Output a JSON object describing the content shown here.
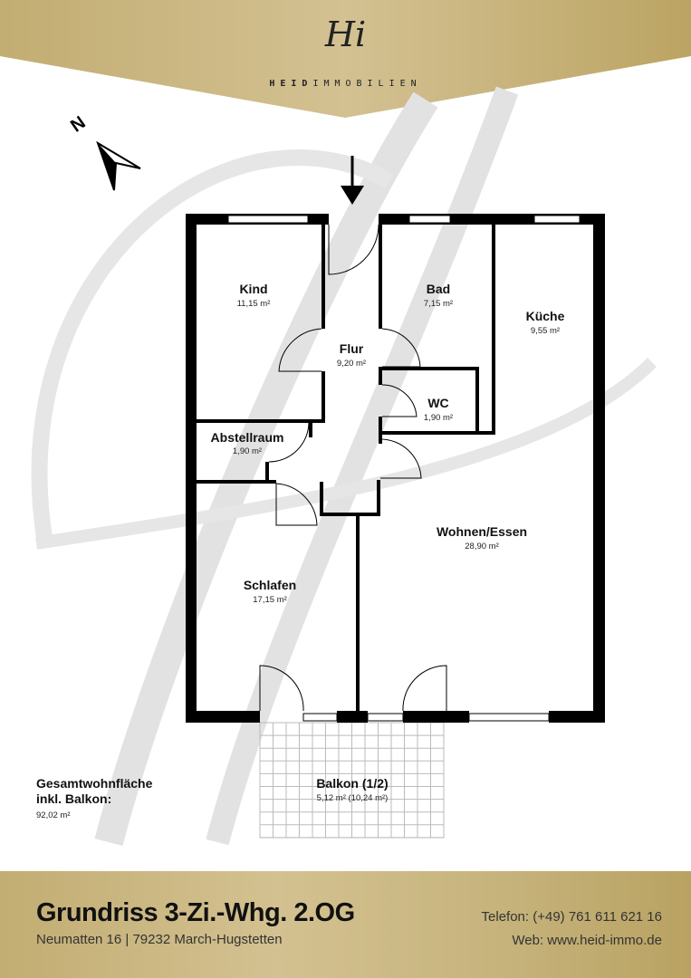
{
  "header": {
    "logo_monogram": "Hi",
    "brand_bold": "HEID",
    "brand_light": "IMMOBILIEN"
  },
  "rooms": [
    {
      "name": "Kind",
      "area": "11,15 m²"
    },
    {
      "name": "Flur",
      "area": "9,20 m²"
    },
    {
      "name": "Bad",
      "area": "7,15 m²"
    },
    {
      "name": "Küche",
      "area": "9,55 m²"
    },
    {
      "name": "WC",
      "area": "1,90 m²"
    },
    {
      "name": "Abstellraum",
      "area": "1,90 m²"
    },
    {
      "name": "Wohnen/Essen",
      "area": "28,90 m²"
    },
    {
      "name": "Schlafen",
      "area": "17,15 m²"
    },
    {
      "name": "Balkon (1/2)",
      "area": "5,12 m² (10,24 m²)"
    }
  ],
  "total": {
    "line1": "Gesamtwohnfläche",
    "line2": "inkl. Balkon:",
    "value": "92,02 m²"
  },
  "compass": {
    "label": "N"
  },
  "footer": {
    "title": "Grundriss 3-Zi.-Whg. 2.OG",
    "address": "Neumatten 16 | 79232 March-Hugstetten",
    "phone": "Telefon: (+49) 761 611 621 16",
    "web": "Web: www.heid-immo.de"
  },
  "colors": {
    "gold": "#c9b782",
    "wall": "#000000"
  }
}
